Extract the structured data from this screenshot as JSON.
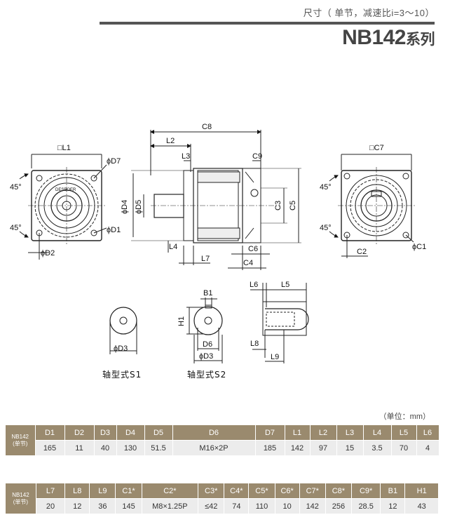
{
  "header": {
    "subtitle": "尺寸（ 单节，减速比i=3～10）",
    "title_main": "NB142",
    "title_suffix": "系列"
  },
  "drawing": {
    "front_view": {
      "top_label": "□L1",
      "d7": "ϕD7",
      "d1": "ϕD1",
      "d2": "ϕD2",
      "angle_top": "45°",
      "angle_bottom": "45°",
      "brand": "DESBOER"
    },
    "side_view": {
      "c8": "C8",
      "l2": "L2",
      "l3": "L3",
      "c9": "C9",
      "d4": "ϕD4",
      "d5": "ϕD5",
      "c3": "C3",
      "c5": "C5",
      "l4": "L4",
      "c6": "C6",
      "l7": "L7",
      "c4": "C4"
    },
    "rear_view": {
      "top_label": "□C7",
      "angle_top": "45°",
      "angle_bottom": "45°",
      "c2": "C2",
      "c1": "ϕC1"
    },
    "shaft_s1": {
      "d3": "ϕD3",
      "caption": "轴型式S1"
    },
    "shaft_s2": {
      "b1": "B1",
      "h1": "H1",
      "d6": "D6",
      "d3": "ϕD3",
      "caption": "轴型式S2"
    },
    "shaft_detail": {
      "l6": "L6",
      "l5": "L5",
      "l8": "L8",
      "l9": "L9"
    }
  },
  "unit_note": "（单位：mm）",
  "table1": {
    "model": "NB142",
    "model_sub": "(单节)",
    "headers": [
      "D1",
      "D2",
      "D3",
      "D4",
      "D5",
      "D6",
      "D7",
      "L1",
      "L2",
      "L3",
      "L4",
      "L5",
      "L6"
    ],
    "values": [
      "165",
      "11",
      "40",
      "130",
      "51.5",
      "M16×2P",
      "185",
      "142",
      "97",
      "15",
      "3.5",
      "70",
      "4"
    ]
  },
  "table2": {
    "model": "NB142",
    "model_sub": "(单节)",
    "headers": [
      "L7",
      "L8",
      "L9",
      "C1*",
      "C2*",
      "C3*",
      "C4*",
      "C5*",
      "C6*",
      "C7*",
      "C8*",
      "C9*",
      "B1",
      "H1"
    ],
    "values": [
      "20",
      "12",
      "36",
      "145",
      "M8×1.25P",
      "≤42",
      "74",
      "110",
      "10",
      "142",
      "256",
      "28.5",
      "12",
      "43"
    ]
  }
}
